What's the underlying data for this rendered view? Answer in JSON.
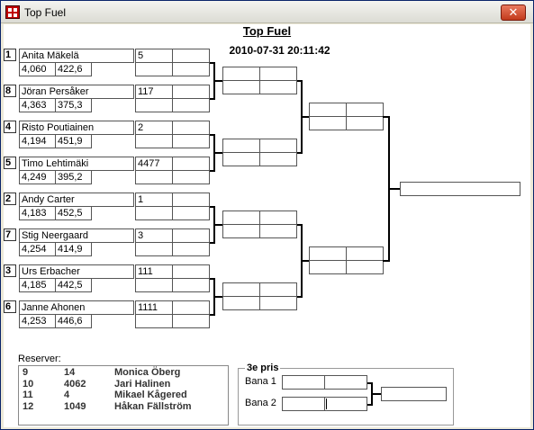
{
  "window": {
    "title": "Top Fuel",
    "close_glyph": "✕"
  },
  "page": {
    "title": "Top Fuel",
    "timestamp": "2010-07-31  20:11:42"
  },
  "drivers": [
    {
      "seed": "1",
      "name": "Anita Mäkelä",
      "et": "4,060",
      "speed": "422,6",
      "result": "5"
    },
    {
      "seed": "8",
      "name": "Jöran Persåker",
      "et": "4,363",
      "speed": "375,3",
      "result": "117"
    },
    {
      "seed": "4",
      "name": "Risto Poutiainen",
      "et": "4,194",
      "speed": "451,9",
      "result": "2"
    },
    {
      "seed": "5",
      "name": "Timo Lehtimäki",
      "et": "4,249",
      "speed": "395,2",
      "result": "4477"
    },
    {
      "seed": "2",
      "name": "Andy Carter",
      "et": "4,183",
      "speed": "452,5",
      "result": "1"
    },
    {
      "seed": "7",
      "name": "Stig Neergaard",
      "et": "4,254",
      "speed": "414,9",
      "result": "3"
    },
    {
      "seed": "3",
      "name": "Urs Erbacher",
      "et": "4,185",
      "speed": "442,5",
      "result": "111"
    },
    {
      "seed": "6",
      "name": "Janne Ahonen",
      "et": "4,253",
      "speed": "446,6",
      "result": "1111"
    }
  ],
  "reserves": {
    "label": "Reserver:",
    "rows": [
      {
        "pos": "9",
        "num": "14",
        "name": "Monica Öberg"
      },
      {
        "pos": "10",
        "num": "4062",
        "name": "Jari Halinen"
      },
      {
        "pos": "11",
        "num": "4",
        "name": "Mikael Kågered"
      },
      {
        "pos": "12",
        "num": "1049",
        "name": "Håkan Fällström"
      }
    ]
  },
  "third_place": {
    "label": "3e pris",
    "lane1": "Bana 1",
    "lane2": "Bana 2"
  },
  "icons": {
    "app": "app-icon",
    "close": "close-icon"
  }
}
